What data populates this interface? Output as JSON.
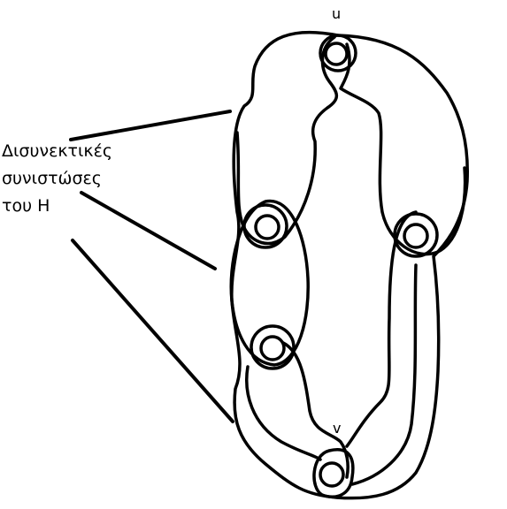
{
  "labels": {
    "top_vertex": "u",
    "bottom_vertex": "v"
  },
  "caption": {
    "lines": [
      "Δισυνεκτικές",
      "συνιστώσες",
      "του H"
    ]
  },
  "colors": {
    "stroke": "#000000",
    "background": "#ffffff"
  }
}
